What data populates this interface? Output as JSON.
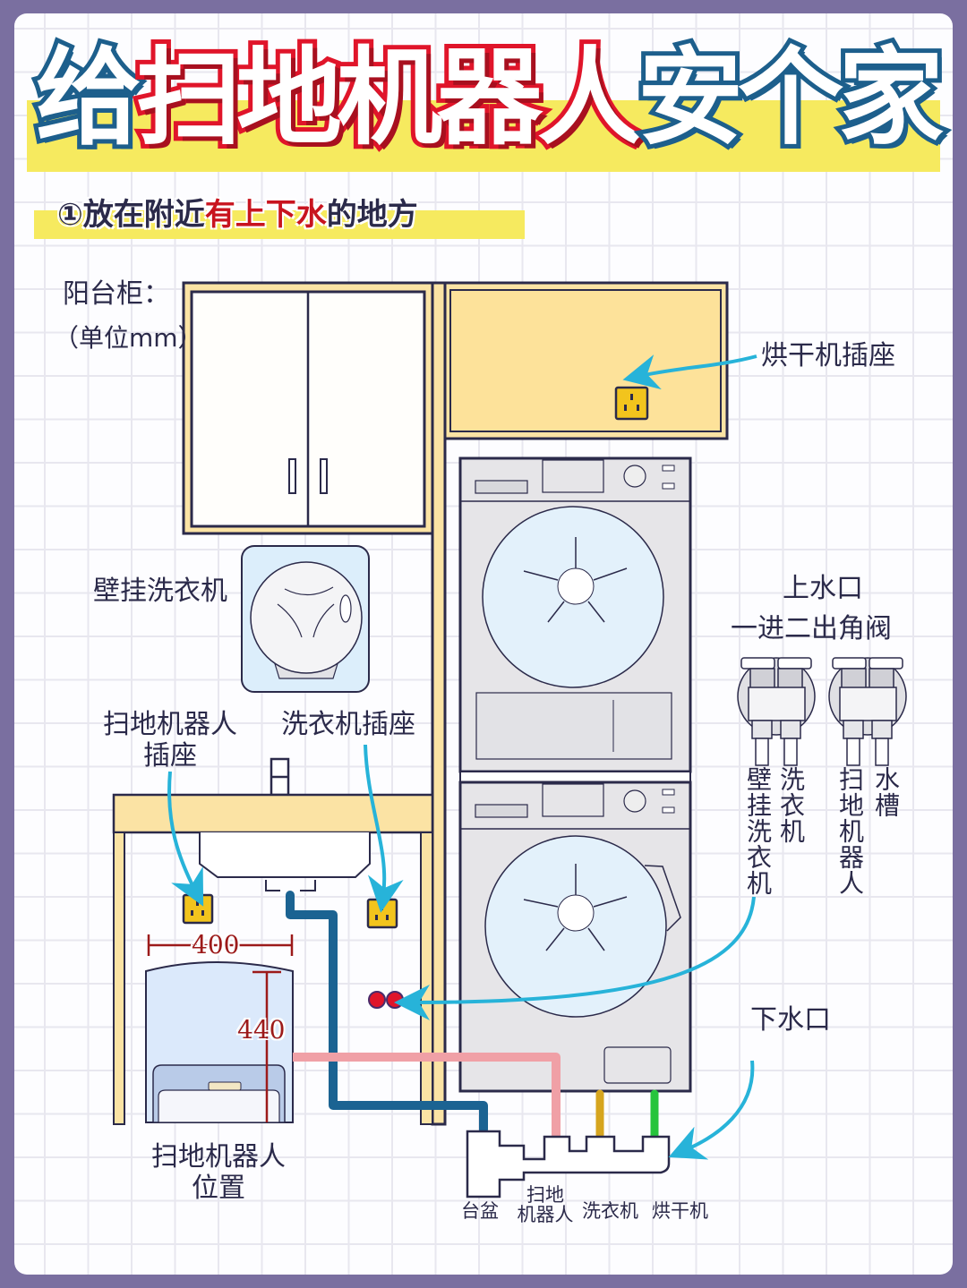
{
  "title": {
    "parts": [
      {
        "text": "给",
        "color": "blue"
      },
      {
        "text": "扫地机器人",
        "color": "red"
      },
      {
        "text": "安个家",
        "color": "blue"
      }
    ]
  },
  "subtitle": {
    "prefix": "①放在附近",
    "highlight": "有上下水",
    "suffix": "的地方"
  },
  "labels": {
    "cabinet": "阳台柜：",
    "unit": "（单位mm）",
    "dryer_socket": "烘干机插座",
    "wall_washer": "壁挂洗衣机",
    "robot_socket_line1": "扫地机器人",
    "robot_socket_line2": "插座",
    "washer_socket": "洗衣机插座",
    "water_inlet": "上水口",
    "angle_valve": "一进二出角阀",
    "outlet_wall_washer": "壁挂洗衣机",
    "outlet_washer": "洗衣机",
    "outlet_robot": "扫地机器人",
    "outlet_sink": "水槽",
    "drain": "下水口",
    "robot_position_line1": "扫地机器人",
    "robot_position_line2": "位置",
    "drain_basin": "台盆",
    "drain_robot_line1": "扫地",
    "drain_robot_line2": "机器人",
    "drain_washer": "洗衣机",
    "drain_dryer": "烘干机"
  },
  "dimensions": {
    "width_mm": "400",
    "height_mm": "440"
  },
  "colors": {
    "background": "#7a6fa0",
    "highlight_yellow": "#f6ea5f",
    "title_blue": "#1d5f8c",
    "title_red": "#e0152a",
    "cabinet_wood": "#fbe3a4",
    "arrow_cyan": "#27b3d9",
    "pipe_blue": "#1b6392",
    "pipe_pink": "#f0a0a6",
    "pipe_gold": "#d6a51e",
    "pipe_green": "#27c43c",
    "socket_yellow": "#f2c41d",
    "valve_red": "#e0152a"
  }
}
